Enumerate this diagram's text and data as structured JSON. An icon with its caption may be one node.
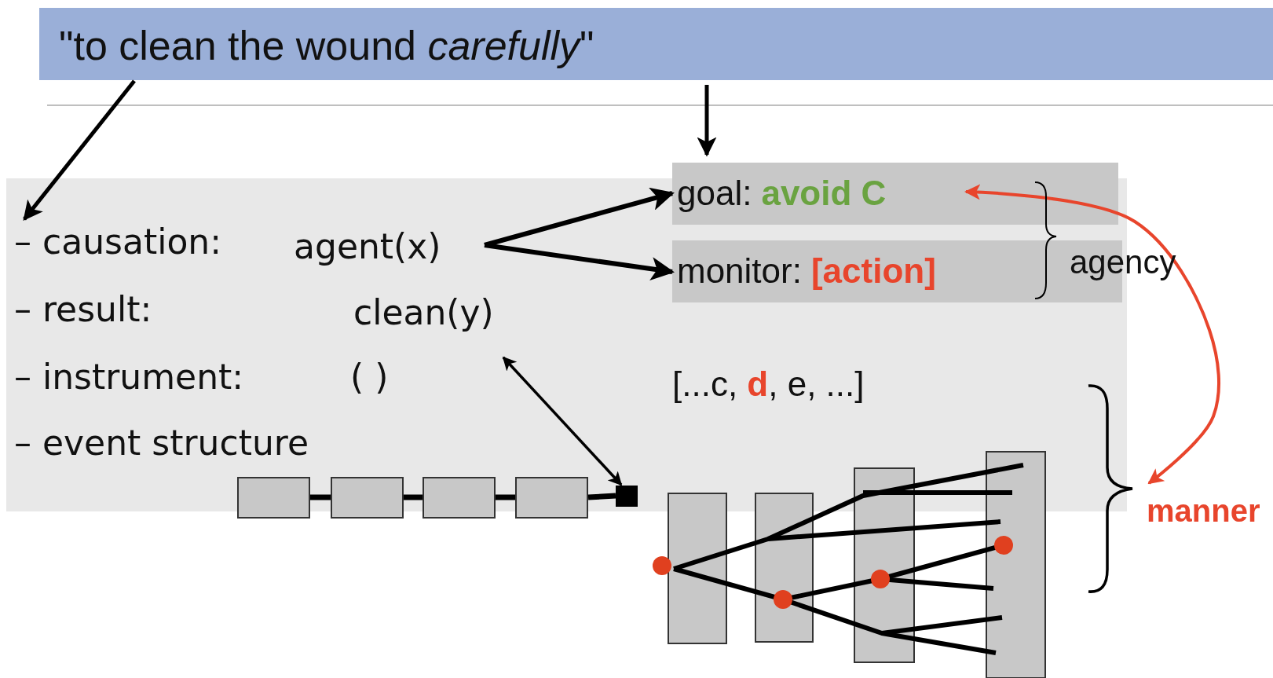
{
  "diagram": {
    "nodes": [
      {
        "text": [
          "\"to clean the wound *carefully*\""
        ]
      },
      {
        "text": [],
        "shape": "box"
      },
      {
        "text": [
          "agent(x)"
        ],
        "in": 1
      },
      {
        "text": [
          "clean(y)"
        ],
        "in": 1
      },
      {
        "text": [
          "goal:",
          "avoid C"
        ]
      },
      {
        "text": [
          "monitor:",
          "[action]"
        ],
        "in": 1
      },
      {
        "text": [],
        "shape": "box"
      },
      {
        "text": [],
        "shape": "box"
      },
      {
        "text": [],
        "shape": "box"
      },
      {
        "text": [],
        "shape": "box"
      },
      {
        "text": [],
        "shape": "box",
        "in": 1
      },
      {
        "text": [
          "manner"
        ]
      }
    ],
    "edges": [
      {
        "from": 0,
        "to": 1,
        "arrow": "to"
      },
      {
        "from": 0,
        "to": 4,
        "arrow": "to"
      },
      {
        "from": 2,
        "to": 4,
        "arrow": "to"
      },
      {
        "from": 2,
        "to": 5,
        "arrow": "to"
      },
      {
        "from": 3,
        "to": 10,
        "arrow": "both"
      },
      {
        "from": 4,
        "to": 11,
        "arrow": "both",
        "color": "#e8452c"
      },
      {
        "from": 6,
        "to": 7,
        "arrow": "none"
      },
      {
        "from": 7,
        "to": 8,
        "arrow": "none"
      },
      {
        "from": 8,
        "to": 9,
        "arrow": "none"
      },
      {
        "from": 9,
        "to": 10,
        "arrow": "none"
      }
    ],
    "labels": [
      "– causation:",
      "agency",
      "– result:",
      "– instrument:",
      "( )",
      "[...c, **d**, e, ...]",
      "– event structure"
    ]
  }
}
